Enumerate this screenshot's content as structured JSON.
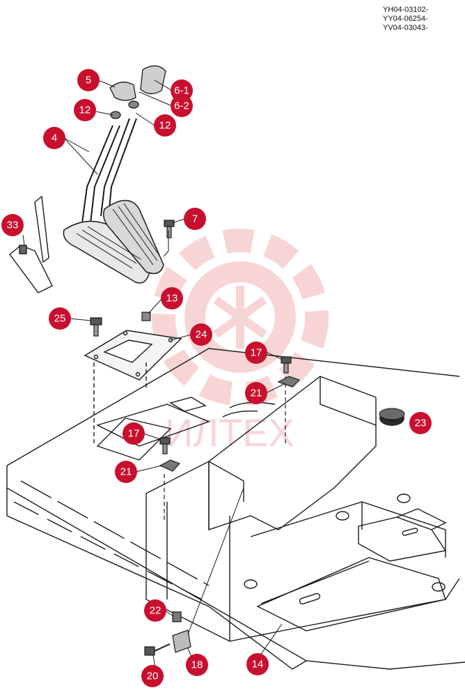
{
  "part_codes": [
    "YH04-03102-",
    "YY04-06254-",
    "YV04-03043-"
  ],
  "watermark": {
    "text": "ИЛТЕХ",
    "color": "#e86a6a"
  },
  "callout_color": "#c8102e",
  "callouts": [
    {
      "label": "5"
    },
    {
      "label": "6-1"
    },
    {
      "label": "6-2"
    },
    {
      "label": "12"
    },
    {
      "label": "12"
    },
    {
      "label": "4"
    },
    {
      "label": "7"
    },
    {
      "label": "33"
    },
    {
      "label": "13"
    },
    {
      "label": "25"
    },
    {
      "label": "24"
    },
    {
      "label": "17"
    },
    {
      "label": "21"
    },
    {
      "label": "23"
    },
    {
      "label": "17"
    },
    {
      "label": "21"
    },
    {
      "label": "22"
    },
    {
      "label": "20"
    },
    {
      "label": "18"
    },
    {
      "label": "14"
    }
  ]
}
